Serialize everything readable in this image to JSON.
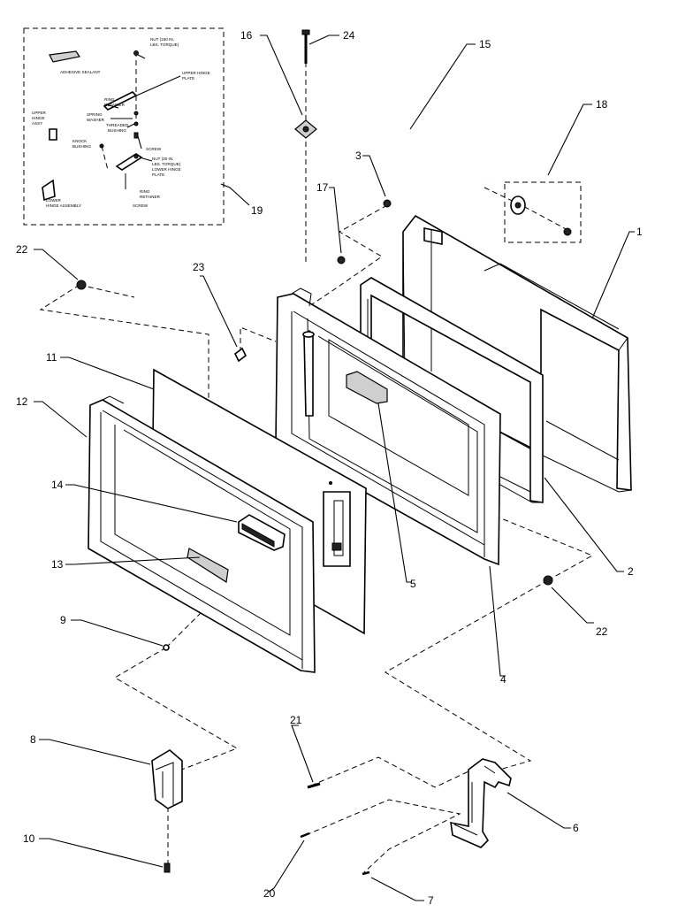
{
  "callouts": {
    "c1": "1",
    "c2": "2",
    "c3": "3",
    "c4": "4",
    "c5": "5",
    "c6": "6",
    "c7": "7",
    "c8": "8",
    "c9": "9",
    "c10": "10",
    "c11": "11",
    "c12": "12",
    "c13": "13",
    "c14": "14",
    "c15": "15",
    "c16": "16",
    "c17": "17",
    "c18": "18",
    "c19": "19",
    "c20": "20",
    "c21": "21",
    "c22a": "22",
    "c22b": "22",
    "c23": "23",
    "c24": "24"
  },
  "inset_labels": {
    "adhesive": "ADHESIVE SEALANT",
    "nut_top_1": "NUT (150 IN.",
    "nut_top_2": "LBS. TORQUE)",
    "upper_plate_1": "UPPER HINGE",
    "upper_plate_2": "PLATE",
    "ring_retainer_1": "RING",
    "ring_retainer_2": "RETAINER",
    "spring_washer_1": "SPRING",
    "spring_washer_2": "WASHER",
    "threaded_1": "THREADED",
    "threaded_2": "BUSHING",
    "upper_assy_1": "UPPER",
    "upper_assy_2": "HINGE",
    "upper_assy_3": "ASSY",
    "knock_1": "KNOCK",
    "knock_2": "BUSHING",
    "screw_1": "SCREW",
    "nut_low_1": "NUT (30 IN.",
    "nut_low_2": "LBS. TORQUE)",
    "lower_plate_1": "LOWER HINGE",
    "lower_plate_2": "PLATE",
    "ring_low_1": "RING",
    "ring_low_2": "RETAINER",
    "screw_2": "SCREW",
    "lower_assy_1": "LOWER",
    "lower_assy_2": "HINGE ASSEMBLY"
  }
}
